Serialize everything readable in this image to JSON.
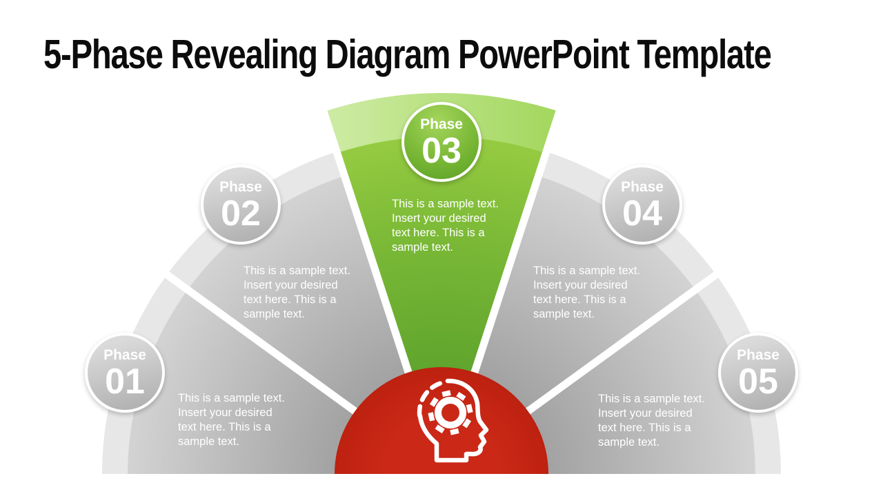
{
  "slide": {
    "title": "5-Phase Revealing Diagram PowerPoint Template"
  },
  "diagram": {
    "phases": [
      {
        "label": "Phase",
        "number": "01",
        "state": "inactive",
        "description_lines": [
          "This is a sample text.",
          "Insert your desired",
          "text here. This is a",
          "sample text."
        ]
      },
      {
        "label": "Phase",
        "number": "02",
        "state": "inactive",
        "description_lines": [
          "This is a sample text.",
          "Insert your desired",
          "text here. This is a",
          "sample text."
        ]
      },
      {
        "label": "Phase",
        "number": "03",
        "state": "active",
        "description_lines": [
          "This is a sample text.",
          "Insert your desired",
          "text here. This is a",
          "sample text."
        ]
      },
      {
        "label": "Phase",
        "number": "04",
        "state": "inactive",
        "description_lines": [
          "This is a sample text.",
          "Insert your desired",
          "text here. This is a",
          "sample text."
        ]
      },
      {
        "label": "Phase",
        "number": "05",
        "state": "inactive",
        "description_lines": [
          "This is a sample text.",
          "Insert your desired",
          "text here. This is a",
          "sample text."
        ]
      }
    ],
    "center_icon": "head-gear-icon",
    "colors": {
      "active_green": "#7fc241",
      "active_green_dark": "#5fa42d",
      "active_band_light": "#b9e184",
      "inactive_wedge_gray": "#c9c9c9",
      "rim_gray": "#e7e7e7",
      "center_red": "#c5240f",
      "text_white": "#ffffff"
    }
  }
}
